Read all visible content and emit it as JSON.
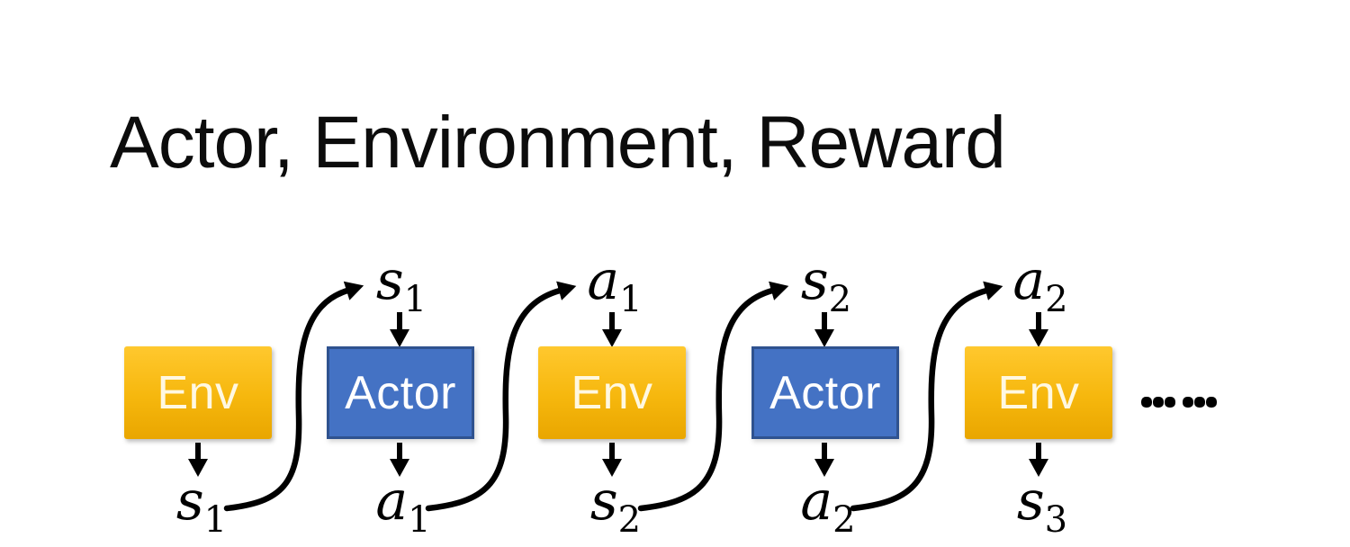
{
  "slide": {
    "title": "Actor, Environment, Reward",
    "ellipsis": "……"
  },
  "diagram": {
    "boxes": [
      {
        "label": "Env"
      },
      {
        "label": "Actor"
      },
      {
        "label": "Env"
      },
      {
        "label": "Actor"
      },
      {
        "label": "Env"
      }
    ],
    "top_labels": [
      {
        "base": "s",
        "sub": "1"
      },
      {
        "base": "a",
        "sub": "1"
      },
      {
        "base": "s",
        "sub": "2"
      },
      {
        "base": "a",
        "sub": "2"
      }
    ],
    "bottom_labels": [
      {
        "base": "s",
        "sub": "1"
      },
      {
        "base": "a",
        "sub": "1"
      },
      {
        "base": "s",
        "sub": "2"
      },
      {
        "base": "a",
        "sub": "2"
      },
      {
        "base": "s",
        "sub": "3"
      }
    ],
    "colors": {
      "env_gradient_top": "#FFC82E",
      "env_gradient_bottom": "#E9A600",
      "env_text": "#FFF8E1",
      "actor_fill": "#4472C4",
      "actor_border": "#2F528F",
      "actor_text": "#FFFFFF",
      "arrow": "#000000"
    }
  }
}
